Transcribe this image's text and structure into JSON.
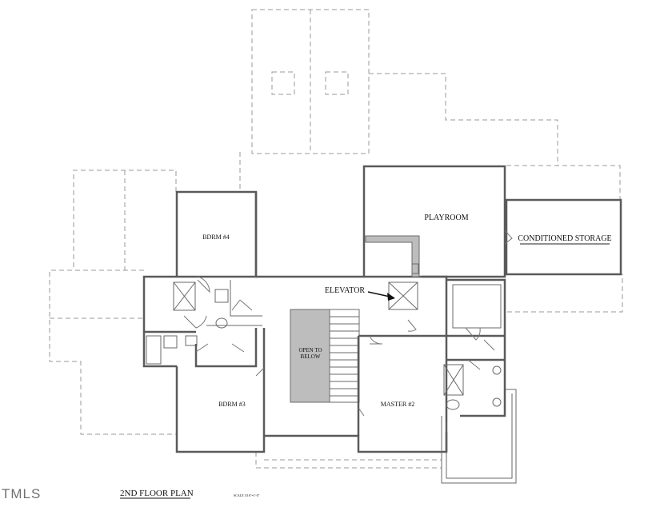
{
  "rooms": {
    "playroom": "PLAYROOM",
    "conditioned_storage": "CONDITIONED STORAGE",
    "bdrm4": "BDRM #4",
    "bdrm3": "BDRM #3",
    "master2": "MASTER #2",
    "elevator": "ELEVATOR",
    "open_line1": "OPEN TO",
    "open_line2": "BELOW"
  },
  "title": "2ND FLOOR PLAN",
  "scale": "SCALE 3/16\"=1'-0\"",
  "watermark": "TMLS"
}
